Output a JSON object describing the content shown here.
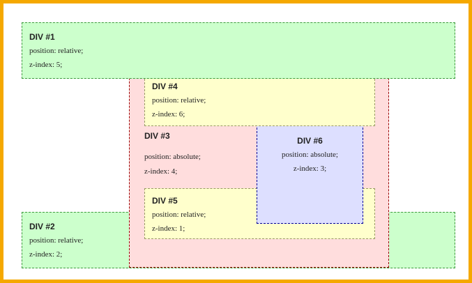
{
  "divs": {
    "div1": {
      "title": "DIV #1",
      "position": "position: relative;",
      "zindex": "z-index: 5;"
    },
    "div2": {
      "title": "DIV #2",
      "position": "position: relative;",
      "zindex": "z-index: 2;"
    },
    "div3": {
      "title": "DIV #3",
      "position": "position: absolute;",
      "zindex": "z-index: 4;"
    },
    "div4": {
      "title": "DIV #4",
      "position": "position: relative;",
      "zindex": "z-index: 6;"
    },
    "div5": {
      "title": "DIV #5",
      "position": "position: relative;",
      "zindex": "z-index: 1;"
    },
    "div6": {
      "title": "DIV #6",
      "position": "position: absolute;",
      "zindex": "z-index: 3;"
    }
  },
  "colors": {
    "frame_border": "#f5a800",
    "green": "#ccffcc",
    "pink": "#ffdddd",
    "yellow": "#ffffcc",
    "blue": "#dddfff"
  }
}
